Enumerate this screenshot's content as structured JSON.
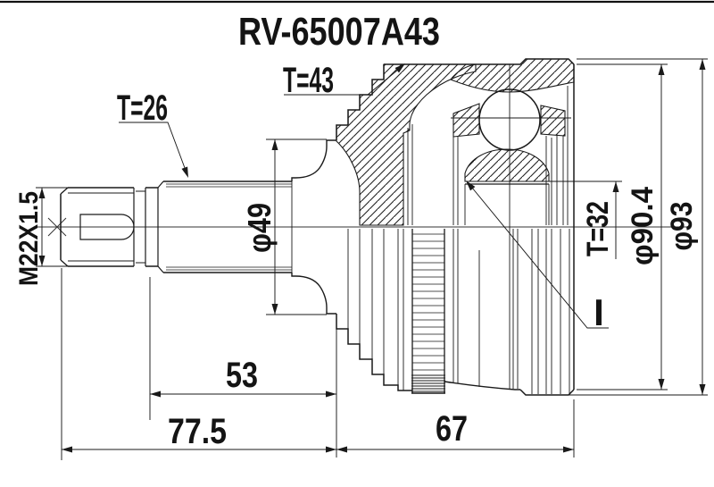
{
  "title": "RV-65007A43",
  "annotations": {
    "outer_teeth": "T=43",
    "shaft_spline_teeth": "T=26",
    "inner_race_teeth": "T=32",
    "thread_spec": "M22X1.5",
    "dia_body": "φ49",
    "dia_abs_ring": "φ90.4",
    "dia_housing": "φ93",
    "section_mark": "I"
  },
  "dimensions": {
    "spline_to_housing": "53",
    "shaft_length": "77.5",
    "housing_length": "67"
  },
  "colors": {
    "line": "#1a1a1a",
    "background": "#ffffff"
  }
}
